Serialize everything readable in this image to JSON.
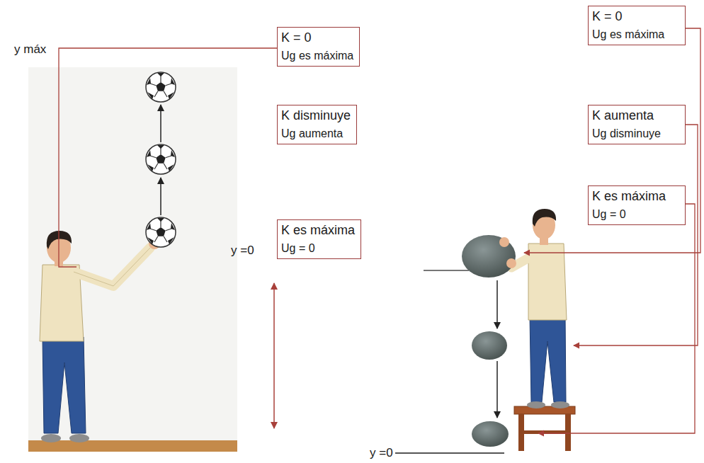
{
  "diagram": {
    "nodes": [
      {
        "text": [
          "K = 0",
          "Ug es máxima"
        ]
      },
      {
        "text": [
          "K disminuye",
          "Ug aumenta"
        ]
      },
      {
        "text": [
          "K es máxima",
          "Ug = 0"
        ]
      },
      {
        "text": [
          "K = 0",
          "Ug es máxima"
        ]
      },
      {
        "text": [
          "K aumenta",
          "Ug disminuye"
        ]
      },
      {
        "text": [
          "K es máxima",
          "Ug = 0"
        ]
      }
    ],
    "labels": [
      "y máx",
      "y =0",
      "y =0"
    ]
  }
}
